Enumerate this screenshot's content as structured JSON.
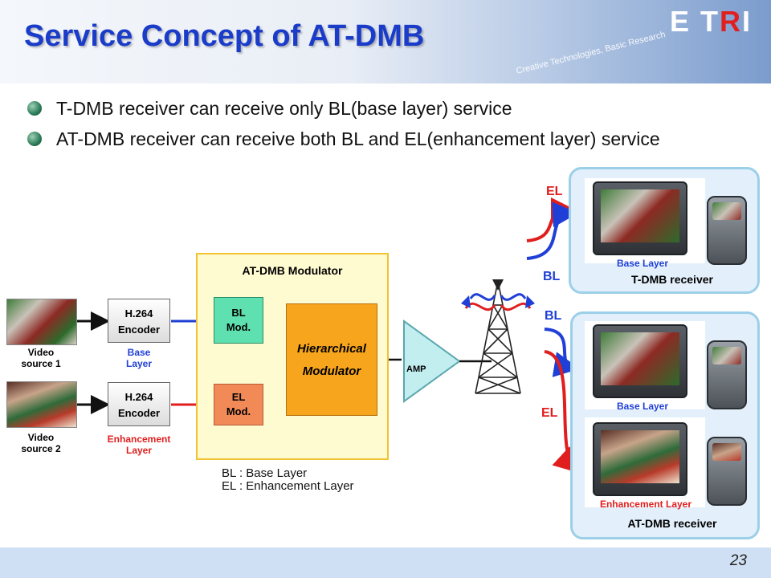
{
  "header": {
    "title": "Service Concept of AT-DMB",
    "logo": "ETRI",
    "tagline": "Creative Technologies, Basic Research"
  },
  "bullets": [
    "T-DMB receiver can receive only BL(base layer) service",
    "AT-DMB receiver can receive both BL and EL(enhancement layer) service"
  ],
  "diagram": {
    "sources": [
      {
        "label": "Video\nsource 1",
        "line1": "Video",
        "line2": "source 1"
      },
      {
        "line1": "Video",
        "line2": "source 2"
      }
    ],
    "encoders": [
      {
        "line1": "H.264",
        "line2": "Encoder",
        "layer1": "Base",
        "layer2": "Layer"
      },
      {
        "line1": "H.264",
        "line2": "Encoder",
        "layer1": "Enhancement",
        "layer2": "Layer"
      }
    ],
    "modulator": {
      "title": "AT-DMB  Modulator",
      "bl_mod": [
        "BL",
        "Mod."
      ],
      "el_mod": [
        "EL",
        "Mod."
      ],
      "hier": [
        "Hierarchical",
        "Modulator"
      ]
    },
    "amp": "AMP",
    "legend": [
      "BL : Base Layer",
      "EL : Enhancement Layer"
    ],
    "signal_labels": {
      "el_top": "EL",
      "bl_top": "BL",
      "bl_bottom": "BL",
      "el_bottom": "EL"
    },
    "tdmb": {
      "caption": "Base Layer",
      "name": "T-DMB receiver"
    },
    "atdmb": {
      "caption_base": "Base Layer",
      "caption_enh": "Enhancement Layer",
      "name": "AT-DMB receiver"
    }
  },
  "footer": {
    "page": "23"
  },
  "colors": {
    "title": "#1a3cc8",
    "base": "#1f3fd6",
    "enhancement": "#e01e1e",
    "modulator_bg": "#fffbd0",
    "hier_bg": "#f7a51c",
    "bl_mod_bg": "#5fe0b0",
    "el_mod_bg": "#f28a58"
  }
}
